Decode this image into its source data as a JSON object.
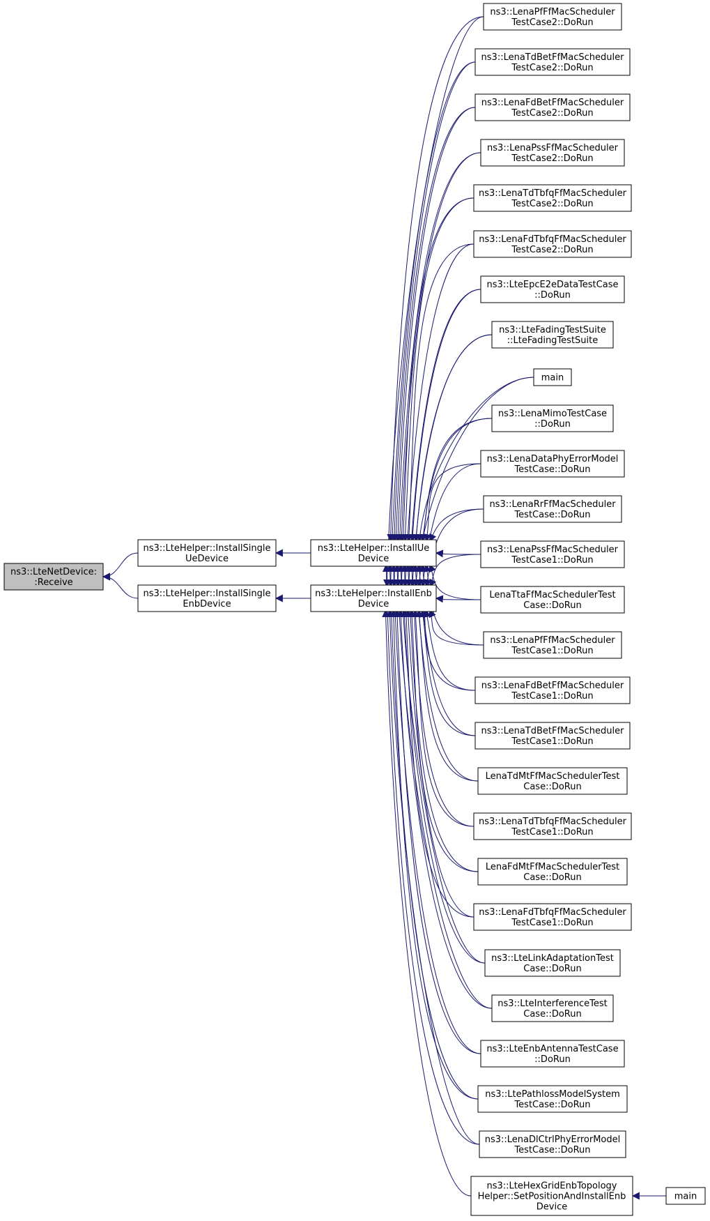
{
  "colors": {
    "edge": "#191970",
    "node_border": "#000000",
    "node_fill": "#ffffff",
    "root_fill": "#bfbfbf",
    "text": "#000000"
  },
  "nodes": [
    {
      "id": "receive",
      "lines": [
        "ns3::LteNetDevice:",
        ":Receive"
      ],
      "highlighted": true
    },
    {
      "id": "install-single-ue",
      "lines": [
        "ns3::LteHelper::InstallSingle",
        "UeDevice"
      ]
    },
    {
      "id": "install-single-enb",
      "lines": [
        "ns3::LteHelper::InstallSingle",
        "EnbDevice"
      ]
    },
    {
      "id": "install-ue",
      "lines": [
        "ns3::LteHelper::InstallUe",
        "Device"
      ]
    },
    {
      "id": "install-enb",
      "lines": [
        "ns3::LteHelper::InstallEnb",
        "Device"
      ]
    },
    {
      "id": "c1",
      "lines": [
        "ns3::LenaPfFfMacScheduler",
        "TestCase2::DoRun"
      ]
    },
    {
      "id": "c2",
      "lines": [
        "ns3::LenaTdBetFfMacScheduler",
        "TestCase2::DoRun"
      ]
    },
    {
      "id": "c3",
      "lines": [
        "ns3::LenaFdBetFfMacScheduler",
        "TestCase2::DoRun"
      ]
    },
    {
      "id": "c4",
      "lines": [
        "ns3::LenaPssFfMacScheduler",
        "TestCase2::DoRun"
      ]
    },
    {
      "id": "c5",
      "lines": [
        "ns3::LenaTdTbfqFfMacScheduler",
        "TestCase2::DoRun"
      ]
    },
    {
      "id": "c6",
      "lines": [
        "ns3::LenaFdTbfqFfMacScheduler",
        "TestCase2::DoRun"
      ]
    },
    {
      "id": "c7",
      "lines": [
        "ns3::LteEpcE2eDataTestCase",
        "::DoRun"
      ]
    },
    {
      "id": "c8",
      "lines": [
        "ns3::LteFadingTestSuite",
        "::LteFadingTestSuite"
      ]
    },
    {
      "id": "c9",
      "lines": [
        "main"
      ]
    },
    {
      "id": "c10",
      "lines": [
        "ns3::LenaMimoTestCase",
        "::DoRun"
      ]
    },
    {
      "id": "c11",
      "lines": [
        "ns3::LenaDataPhyErrorModel",
        "TestCase::DoRun"
      ]
    },
    {
      "id": "c12",
      "lines": [
        "ns3::LenaRrFfMacScheduler",
        "TestCase::DoRun"
      ]
    },
    {
      "id": "c13",
      "lines": [
        "ns3::LenaPssFfMacScheduler",
        "TestCase1::DoRun"
      ]
    },
    {
      "id": "c14",
      "lines": [
        "LenaTtaFfMacSchedulerTest",
        "Case::DoRun"
      ]
    },
    {
      "id": "c15",
      "lines": [
        "ns3::LenaPfFfMacScheduler",
        "TestCase1::DoRun"
      ]
    },
    {
      "id": "c16",
      "lines": [
        "ns3::LenaFdBetFfMacScheduler",
        "TestCase1::DoRun"
      ]
    },
    {
      "id": "c17",
      "lines": [
        "ns3::LenaTdBetFfMacScheduler",
        "TestCase1::DoRun"
      ]
    },
    {
      "id": "c18",
      "lines": [
        "LenaTdMtFfMacSchedulerTest",
        "Case::DoRun"
      ]
    },
    {
      "id": "c19",
      "lines": [
        "ns3::LenaTdTbfqFfMacScheduler",
        "TestCase1::DoRun"
      ]
    },
    {
      "id": "c20",
      "lines": [
        "LenaFdMtFfMacSchedulerTest",
        "Case::DoRun"
      ]
    },
    {
      "id": "c21",
      "lines": [
        "ns3::LenaFdTbfqFfMacScheduler",
        "TestCase1::DoRun"
      ]
    },
    {
      "id": "c22",
      "lines": [
        "ns3::LteLinkAdaptationTest",
        "Case::DoRun"
      ]
    },
    {
      "id": "c23",
      "lines": [
        "ns3::LteInterferenceTest",
        "Case::DoRun"
      ]
    },
    {
      "id": "c24",
      "lines": [
        "ns3::LteEnbAntennaTestCase",
        "::DoRun"
      ]
    },
    {
      "id": "c25",
      "lines": [
        "ns3::LtePathlossModelSystem",
        "TestCase::DoRun"
      ]
    },
    {
      "id": "c26",
      "lines": [
        "ns3::LenaDlCtrlPhyErrorModel",
        "TestCase::DoRun"
      ]
    },
    {
      "id": "c27",
      "lines": [
        "ns3::LteHexGridEnbTopology",
        "Helper::SetPositionAndInstallEnb",
        "Device"
      ]
    },
    {
      "id": "m2",
      "lines": [
        "main"
      ]
    }
  ],
  "edges": [
    [
      "install-single-ue",
      "receive"
    ],
    [
      "install-single-enb",
      "receive"
    ],
    [
      "install-ue",
      "install-single-ue"
    ],
    [
      "install-enb",
      "install-single-enb"
    ],
    [
      "c1",
      "install-ue"
    ],
    [
      "c2",
      "install-ue"
    ],
    [
      "c3",
      "install-ue"
    ],
    [
      "c4",
      "install-ue"
    ],
    [
      "c5",
      "install-ue"
    ],
    [
      "c6",
      "install-ue"
    ],
    [
      "c7",
      "install-ue"
    ],
    [
      "c8",
      "install-ue"
    ],
    [
      "c9",
      "install-ue"
    ],
    [
      "c10",
      "install-ue"
    ],
    [
      "c11",
      "install-ue"
    ],
    [
      "c12",
      "install-ue"
    ],
    [
      "c13",
      "install-ue"
    ],
    [
      "c14",
      "install-ue"
    ],
    [
      "c15",
      "install-ue"
    ],
    [
      "c16",
      "install-ue"
    ],
    [
      "c17",
      "install-ue"
    ],
    [
      "c18",
      "install-ue"
    ],
    [
      "c19",
      "install-ue"
    ],
    [
      "c20",
      "install-ue"
    ],
    [
      "c21",
      "install-ue"
    ],
    [
      "c22",
      "install-ue"
    ],
    [
      "c23",
      "install-ue"
    ],
    [
      "c24",
      "install-ue"
    ],
    [
      "c25",
      "install-ue"
    ],
    [
      "c26",
      "install-ue"
    ],
    [
      "c1",
      "install-enb"
    ],
    [
      "c2",
      "install-enb"
    ],
    [
      "c3",
      "install-enb"
    ],
    [
      "c4",
      "install-enb"
    ],
    [
      "c5",
      "install-enb"
    ],
    [
      "c6",
      "install-enb"
    ],
    [
      "c7",
      "install-enb"
    ],
    [
      "c8",
      "install-enb"
    ],
    [
      "c9",
      "install-enb"
    ],
    [
      "c10",
      "install-enb"
    ],
    [
      "c11",
      "install-enb"
    ],
    [
      "c12",
      "install-enb"
    ],
    [
      "c13",
      "install-enb"
    ],
    [
      "c14",
      "install-enb"
    ],
    [
      "c15",
      "install-enb"
    ],
    [
      "c16",
      "install-enb"
    ],
    [
      "c17",
      "install-enb"
    ],
    [
      "c18",
      "install-enb"
    ],
    [
      "c19",
      "install-enb"
    ],
    [
      "c20",
      "install-enb"
    ],
    [
      "c21",
      "install-enb"
    ],
    [
      "c22",
      "install-enb"
    ],
    [
      "c23",
      "install-enb"
    ],
    [
      "c24",
      "install-enb"
    ],
    [
      "c25",
      "install-enb"
    ],
    [
      "c26",
      "install-enb"
    ],
    [
      "c27",
      "install-enb"
    ],
    [
      "m2",
      "c27"
    ]
  ]
}
